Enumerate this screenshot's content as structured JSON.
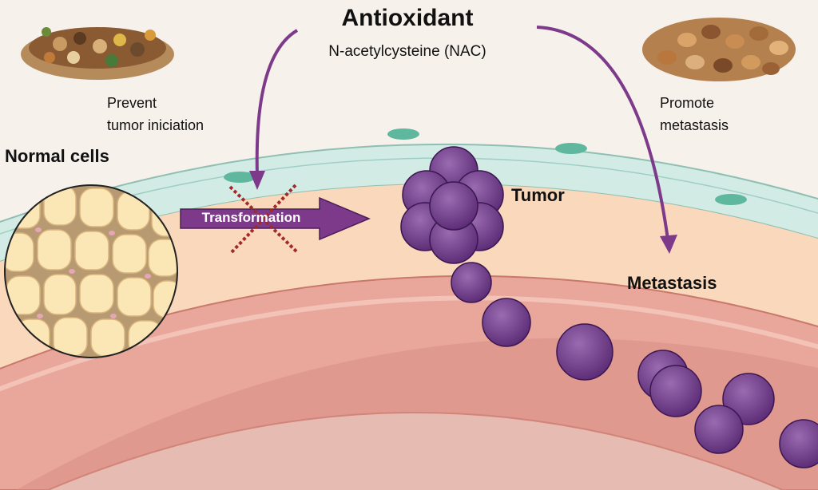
{
  "title": "Antioxidant",
  "subtitle": "N-acetylcysteine (NAC)",
  "left_effect": {
    "line1": "Prevent",
    "line2": "tumor iniciation"
  },
  "right_effect": {
    "line1": "Promote",
    "line2": "metastasis"
  },
  "labels": {
    "normal_cells": "Normal cells",
    "transformation": "Transformation",
    "tumor": "Tumor",
    "metastasis": "Metastasis"
  },
  "colors": {
    "tumor_cell": "#7b4a93",
    "arrow": "#7d3a8a",
    "tissue": "#f9d6b8",
    "vessel": "#e8a49a",
    "epithelium": "#cfe6e0",
    "block_cross": "#a12a2a"
  },
  "icons": [
    "mixed-nuts-image",
    "almonds-hazelnuts-image",
    "blocked-cross-icon"
  ]
}
